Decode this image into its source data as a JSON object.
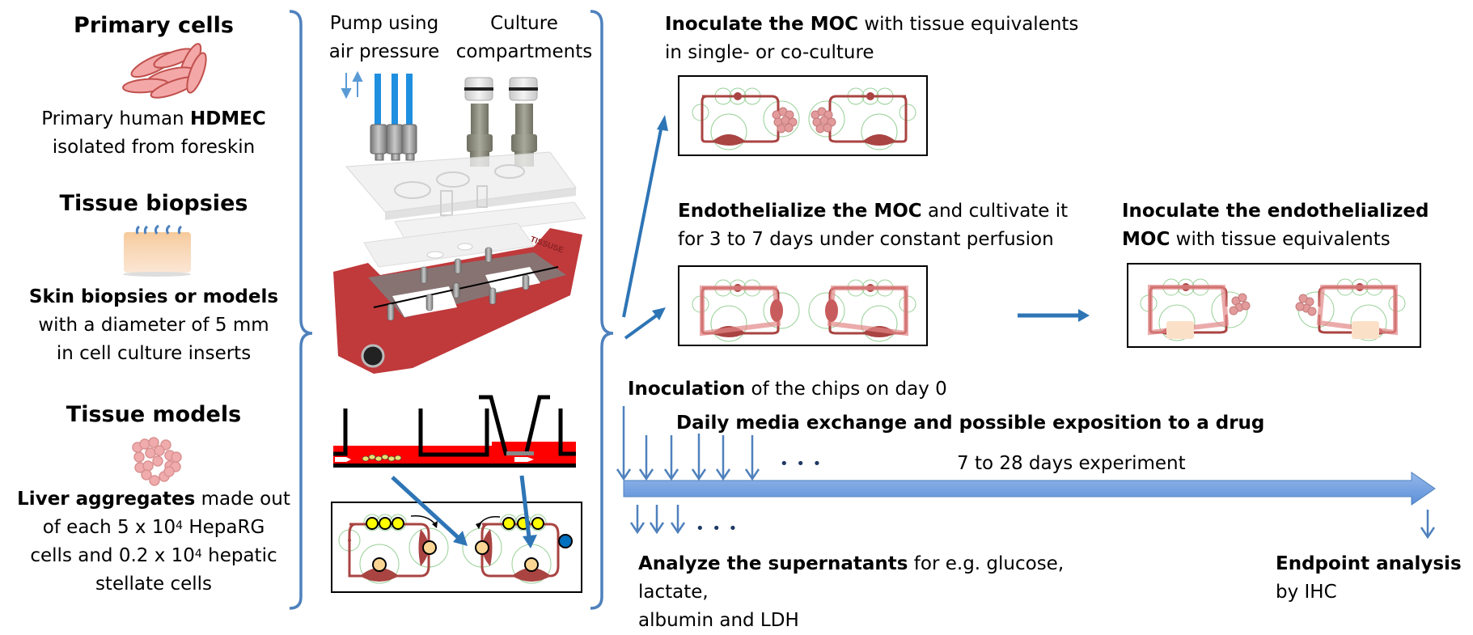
{
  "left_column": {
    "primary_cells": {
      "heading": "Primary cells",
      "icon": "elongated-cells-icon",
      "desc_line1_pre": "Primary human ",
      "desc_line1_bold": "HDMEC",
      "desc_line2": "isolated from foreskin"
    },
    "tissue_biopsies": {
      "heading": "Tissue biopsies",
      "icon": "skin-biopsy-icon",
      "desc_bold": "Skin biopsies or models",
      "desc_line2": "with a diameter of 5 mm",
      "desc_line3": "in cell culture inserts"
    },
    "tissue_models": {
      "heading": "Tissue models",
      "icon": "cell-aggregate-icon",
      "desc_line1_bold": "Liver aggregates",
      "desc_line1_rest": " made out",
      "desc_line2_pre": "of each 5 x 10",
      "desc_line2_sup": "4",
      "desc_line2_post": " HepaRG",
      "desc_line3_pre": "cells and 0.2 x 10",
      "desc_line3_sup": "4",
      "desc_line3_post": " hepatic",
      "desc_line4": "stellate cells"
    }
  },
  "middle_column": {
    "pump_label_line1": "Pump using",
    "pump_label_line2": "air pressure",
    "culture_label_line1": "Culture",
    "culture_label_line2": "compartments",
    "device_logo": "TISSUSE"
  },
  "steps": {
    "inoculate": {
      "bold": "Inoculate the MOC",
      "rest": " with tissue equivalents",
      "line2": "in single- or co-culture"
    },
    "endothelialize": {
      "bold": "Endothelialize the MOC",
      "rest": " and cultivate it",
      "line2": "for 3 to 7 days under constant perfusion"
    },
    "inoculate_endo": {
      "bold1": "Inoculate the endothelialized",
      "bold2": "MOC",
      "rest": " with tissue equivalents"
    }
  },
  "timeline": {
    "inoculation_bold": "Inoculation",
    "inoculation_rest": " of the chips on day 0",
    "daily": "Daily media exchange and possible exposition to a drug",
    "ellipsis": "• • •",
    "duration": "7 to 28 days experiment",
    "analyze_bold": "Analyze the supernatants",
    "analyze_rest": " for e.g. glucose, lactate,",
    "analyze_line2": "albumin and LDH",
    "endpoint_bold": "Endpoint analysis",
    "endpoint_line2": "by IHC"
  },
  "colors": {
    "brace": "#4f81bd",
    "arrow": "#2e75b6",
    "timeline_fill": "#7aa6e0",
    "chip_red": "#c0393b",
    "channel": "#a94442",
    "medium_red": "#ff0000"
  }
}
